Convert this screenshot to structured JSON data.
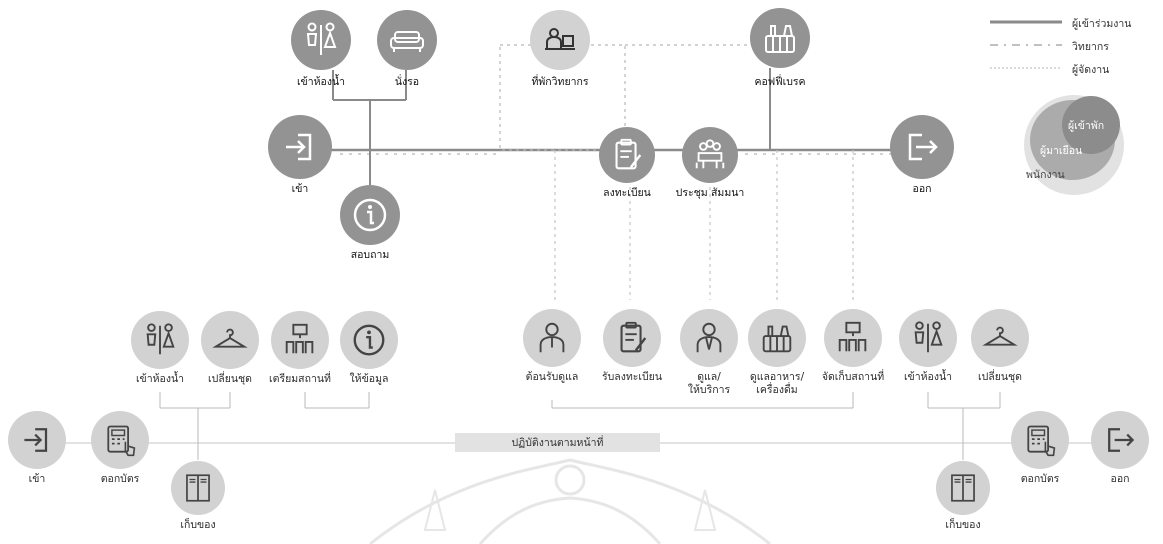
{
  "legend": {
    "participant": "ผู้เข้าร่วมงาน",
    "speaker": "วิทยากร",
    "organizer": "ผู้จัดงาน"
  },
  "venn": {
    "guest": "ผู้เข้าพัก",
    "visitor": "ผู้มาเยือน",
    "staff": "พนักงาน"
  },
  "participant_flow": {
    "restroom": "เข้าห้องน้ำ",
    "waiting": "นั่งรอ",
    "speaker_lounge": "ที่พักวิทยากร",
    "coffee_break": "คอฟฟี่เบรค",
    "entry": "เข้า",
    "registration": "ลงทะเบียน",
    "meeting": "ประชุม สัมมนา",
    "exit": "ออก",
    "information": "สอบถาม"
  },
  "staff_flow": {
    "restroom_left": "เข้าห้องน้ำ",
    "change_left": "เปลี่ยนชุด",
    "prepare_venue": "เตรียมสถานที่",
    "give_info": "ให้ข้อมูล",
    "welcome": "ต้อนรับดูแล",
    "receive_registration": "รับลงทะเบียน",
    "service": "ดูแล/\nให้บริการ",
    "food_drink": "ดูแลอาหาร/\nเครื่องดื่ม",
    "clear_venue": "จัดเก็บสถานที่",
    "restroom_right": "เข้าห้องน้ำ",
    "change_right": "เปลี่ยนชุด",
    "entry": "เข้า",
    "punch_in": "ตอกบัตร",
    "locker_left": "เก็บของ",
    "duty_bar": "ปฏิบัติงานตามหน้าที่",
    "punch_out": "ตอกบัตร",
    "exit": "ออก",
    "locker_right": "เก็บของ"
  },
  "colors": {
    "participant_icon": "#939393",
    "staff_icon": "#d2d2d2",
    "participant_line": "#8a8a8a",
    "dotted_line": "#b8b8b8",
    "duty_bar": "#e2e2e2",
    "venn_guest": "#8c8c8c",
    "venn_visitor": "#a9a9a9",
    "venn_staff": "#e0e0e0"
  }
}
